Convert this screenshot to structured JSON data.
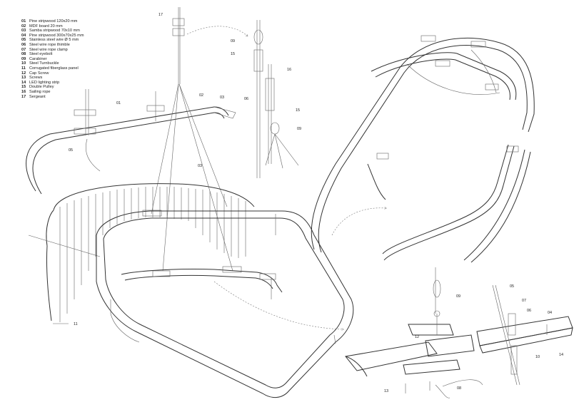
{
  "legend": [
    {
      "num": "01",
      "text": "Pine stripwood 120x20 mm"
    },
    {
      "num": "02",
      "text": "MDF board 20 mm"
    },
    {
      "num": "03",
      "text": "Samba stripwood 70x10 mm"
    },
    {
      "num": "04",
      "text": "Pine stripwood 300x70x25 mm"
    },
    {
      "num": "05",
      "text": "Stainless steel wire Ø 5 mm"
    },
    {
      "num": "06",
      "text": "Steel wire rope thimble"
    },
    {
      "num": "07",
      "text": "Steel wire rope clamp"
    },
    {
      "num": "08",
      "text": "Steel eyebolt"
    },
    {
      "num": "09",
      "text": "Carabiner"
    },
    {
      "num": "10",
      "text": "Steel Turnbuckle"
    },
    {
      "num": "11",
      "text": "Corrugated fiberglass panel"
    },
    {
      "num": "12",
      "text": "Cap Screw"
    },
    {
      "num": "13",
      "text": "Screws"
    },
    {
      "num": "14",
      "text": "LED lighting strip"
    },
    {
      "num": "15",
      "text": "Double Pulley"
    },
    {
      "num": "16",
      "text": "Sailing rope"
    },
    {
      "num": "17",
      "text": "Sergeant"
    }
  ],
  "callouts": {
    "c17": "17",
    "c09a": "09",
    "c15a": "15",
    "c16": "16",
    "c06a": "06",
    "c15b": "15",
    "c09b": "09",
    "c01": "01",
    "c02": "02",
    "c03a": "03",
    "c05a": "05",
    "c03b": "03",
    "c11": "11",
    "c09c": "09",
    "c05b": "05",
    "c07": "07",
    "c06b": "06",
    "c04": "04",
    "c12": "12",
    "c10": "10",
    "c14": "14",
    "c13": "13",
    "c08": "08"
  }
}
